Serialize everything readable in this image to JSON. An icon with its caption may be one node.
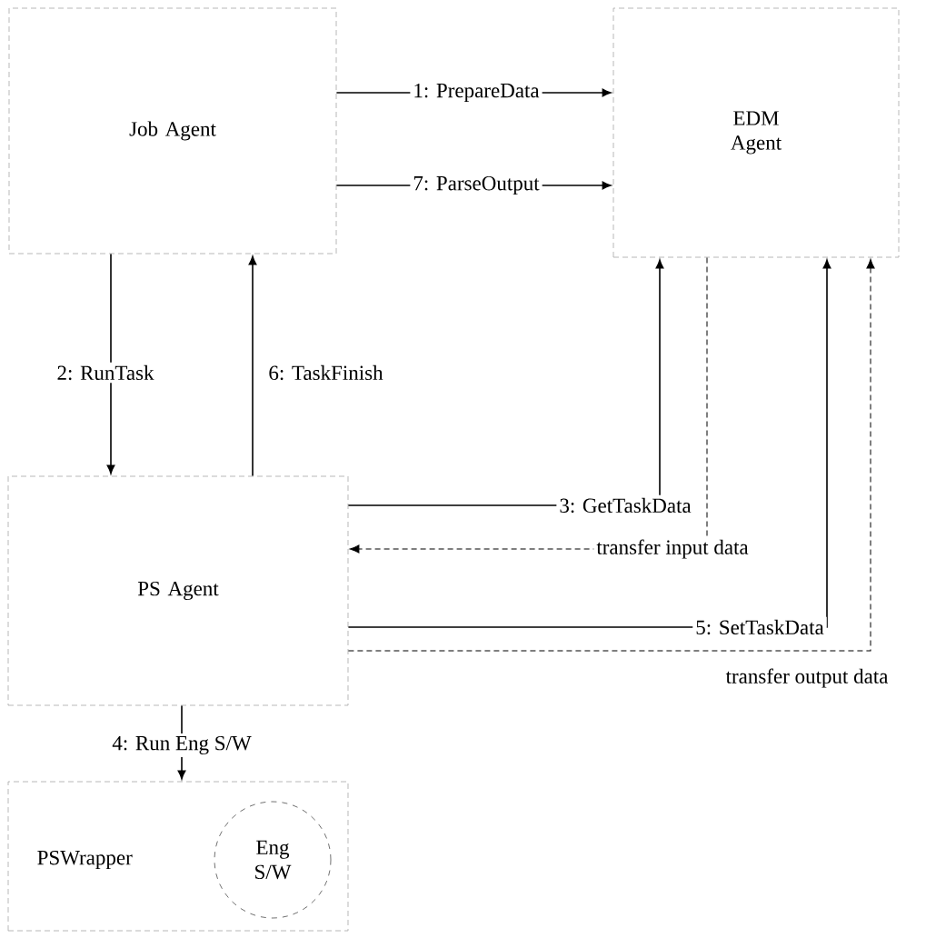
{
  "diagram": {
    "nodes": [
      {
        "text": [
          "Job Agent"
        ]
      },
      {
        "text": [
          "EDM Agent"
        ]
      },
      {
        "text": [
          "PS Agent"
        ]
      },
      {
        "text": [
          "PSWrapper"
        ]
      },
      {
        "text": [
          "Eng S/W"
        ],
        "in": 3
      }
    ],
    "edges": [
      {
        "from": 0,
        "to": 1,
        "arrow": "to",
        "label": "1: PrepareData"
      },
      {
        "from": 0,
        "to": 1,
        "arrow": "to",
        "label": "7: ParseOutput"
      },
      {
        "from": 0,
        "to": 2,
        "arrow": "to",
        "label": "2: RunTask"
      },
      {
        "from": 2,
        "to": 0,
        "arrow": "to",
        "label": "6: TaskFinish"
      },
      {
        "from": 2,
        "to": 1,
        "arrow": "to",
        "label": "3: GetTaskData"
      },
      {
        "from": 1,
        "to": 2,
        "arrow": "to",
        "label": "transfer input data",
        "style": "dashed"
      },
      {
        "from": 2,
        "to": 1,
        "arrow": "to",
        "label": "5: SetTaskData"
      },
      {
        "from": 2,
        "to": 1,
        "arrow": "to",
        "label": "transfer output data",
        "style": "dashed"
      },
      {
        "from": 2,
        "to": 3,
        "arrow": "to",
        "label": "4: Run Eng S/W"
      }
    ]
  }
}
